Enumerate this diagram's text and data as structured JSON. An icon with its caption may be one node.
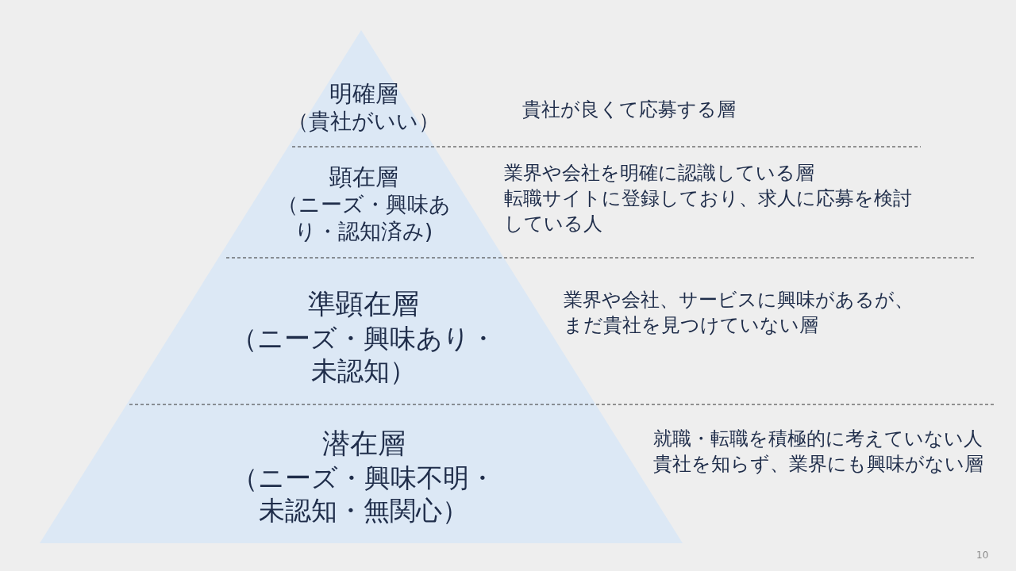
{
  "diagram": {
    "nodes": [
      {
        "text": [
          "明確層",
          "（貴社がいい）"
        ]
      },
      {
        "text": [
          "顕在層",
          "（ニーズ・興味あり・認知済み)"
        ]
      },
      {
        "text": [
          "準顕在層",
          "（ニーズ・興味あり・未認知）"
        ]
      },
      {
        "text": [
          "潜在層",
          "（ニーズ・興味不明・未認知・無関心）"
        ]
      }
    ],
    "edges": [],
    "labels": [
      "貴社が良くて応募する層",
      "業界や会社を明確に認識している層",
      "転職サイトに登録しており、求人に応募を検討している人",
      "業界や会社、サービスに興味があるが、まだ貴社を見つけていない層",
      "就職・転職を積極的に考えていない人",
      "貴社を知らず、業界にも興味がない層",
      "10"
    ]
  }
}
